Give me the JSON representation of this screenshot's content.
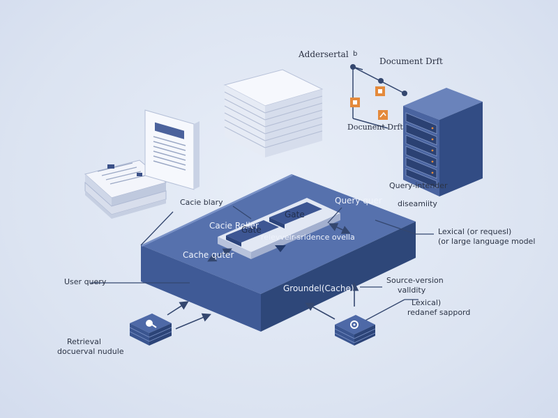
{
  "labels": {
    "adversarial": "Addersertal",
    "adversarial_suffix": "b",
    "document_drift_top": "Document Drft",
    "document_drift_bottom": "Docunent Drft",
    "query_intender": "Query-intender",
    "query_intender_2": "diseamiity",
    "cache_library": "Cacie blary",
    "cache_router": "Cacie Roller",
    "gate_left": "Gate",
    "gate_right": "Gate",
    "query_quer": "Query quer",
    "cache_quter": "Cache quter",
    "relevance_overlay": "relevvelr-sridence ovella",
    "grounded_cache": "Groundel(Cache)",
    "lexical_request": "Lexical (or requesl)",
    "large_language_model": "(or large language model",
    "user_query": "User query",
    "source_version": "Source-version",
    "validity": "valldity",
    "lexical_2": "Lexical)",
    "relevance_support": "redanef sappord",
    "retrieval": "Retrieval",
    "document_module": "docuerval nudule"
  },
  "colors": {
    "background": "#dfe6f3",
    "plate_top": "#4e6aa6",
    "plate_front": "#3a5590",
    "plate_side": "#2d4679",
    "server": "#4a64a0",
    "orange_icon": "#e48a3c",
    "line": "#34476f"
  }
}
